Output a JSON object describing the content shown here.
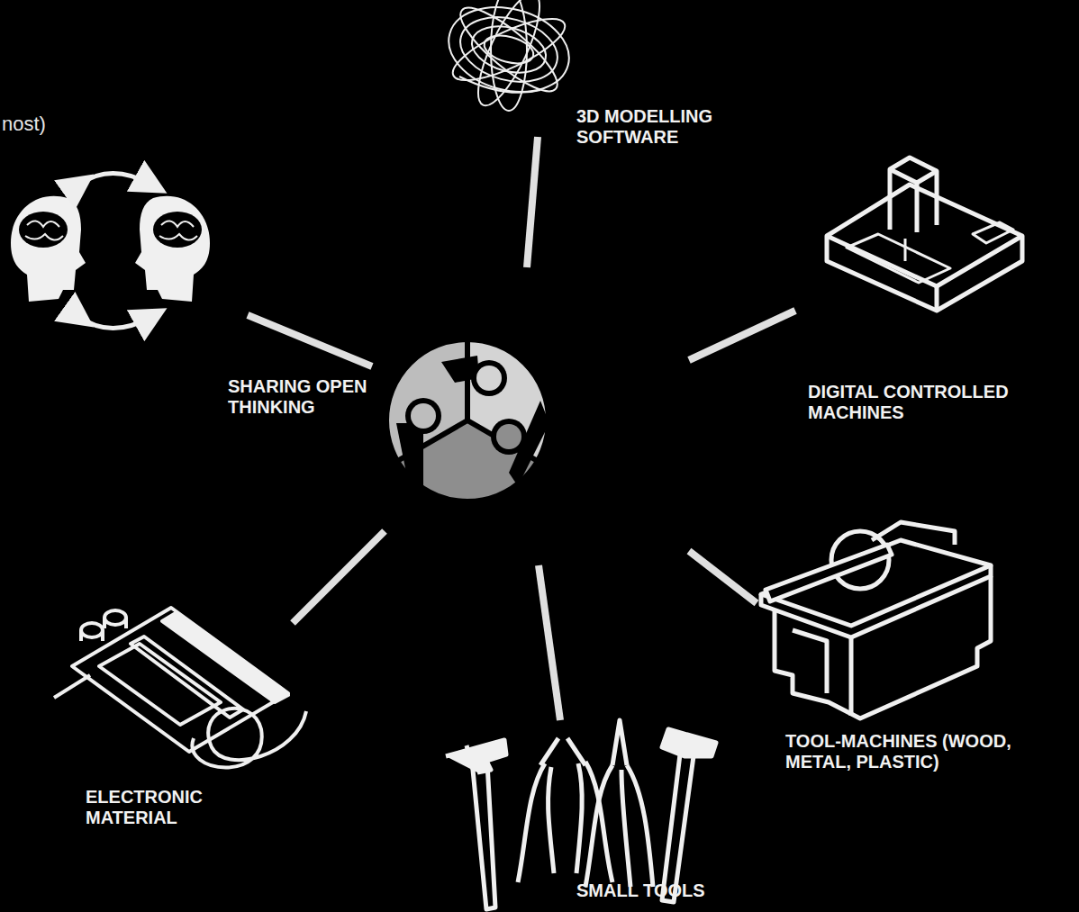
{
  "diagram": {
    "labels": [
      "nost)",
      "3D MODELLING SOFTWARE",
      "SHARING OPEN THINKING",
      "DIGITAL CONTROLLED MACHINES",
      "TOOL-MACHINES (WOOD, METAL, PLASTIC)",
      "ELECTRONIC MATERIAL",
      "SMALL TOOLS"
    ]
  }
}
